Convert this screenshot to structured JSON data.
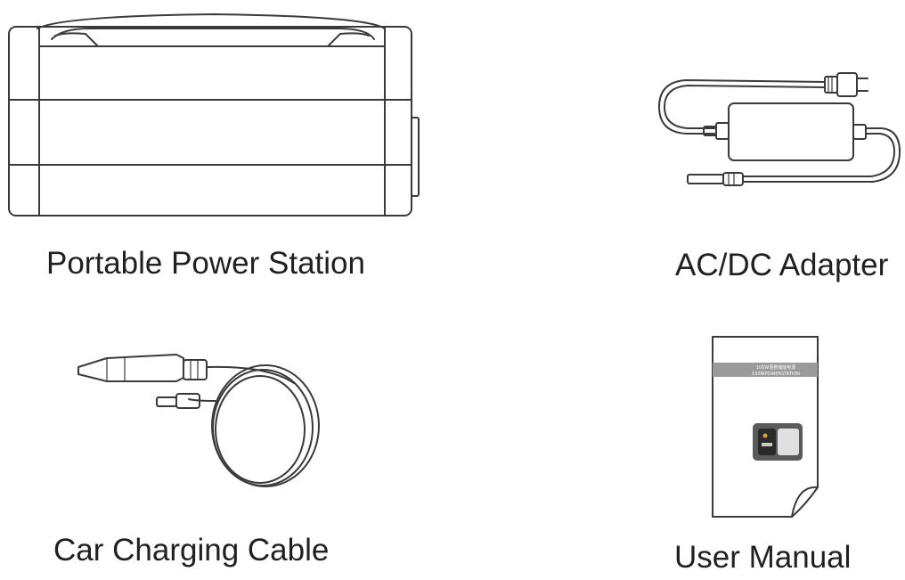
{
  "items": [
    {
      "label": "Portable Power Station"
    },
    {
      "label": "AC/DC Adapter"
    },
    {
      "label": "Car Charging Cable"
    },
    {
      "label": "User Manual"
    }
  ],
  "manual_cover": {
    "title_cn": "100W便携储能电源",
    "title_en": "100WPOWERSTATION"
  }
}
